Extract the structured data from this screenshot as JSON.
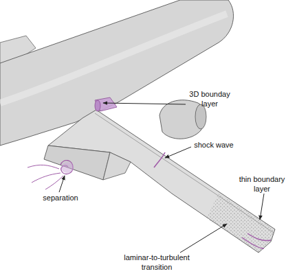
{
  "diagram": {
    "labels": [
      "3D bounday layer",
      "shock wave",
      "thin boundary layer",
      "separation",
      "laminar-to-turbulent transition"
    ]
  }
}
